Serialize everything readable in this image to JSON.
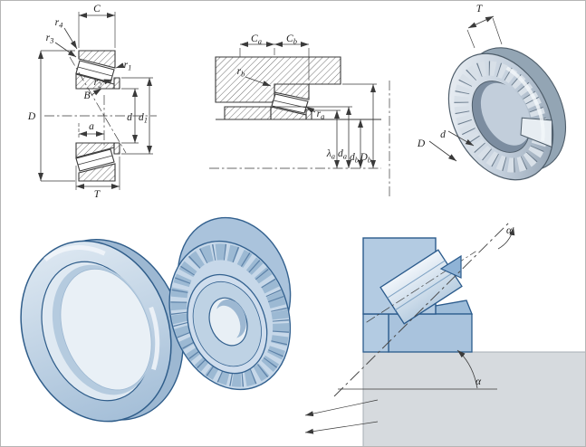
{
  "colors": {
    "line": "#3a3a3a",
    "illustration_fill": "#c9daea",
    "illustration_stroke": "#2f5d8a",
    "steel_light": "#e9eef3",
    "steel_dark": "#8596a7",
    "shaft_gray": "#d6dade"
  },
  "fig1": {
    "labels": {
      "C": {
        "base": "C",
        "sub": ""
      },
      "r4": {
        "base": "r",
        "sub": "4"
      },
      "r3": {
        "base": "r",
        "sub": "3"
      },
      "r1": {
        "base": "r",
        "sub": "1"
      },
      "r2": {
        "base": "r",
        "sub": "2"
      },
      "B": {
        "base": "B",
        "sub": ""
      },
      "D": {
        "base": "D",
        "sub": ""
      },
      "d": {
        "base": "d",
        "sub": ""
      },
      "d1": {
        "base": "d",
        "sub": "1"
      },
      "a": {
        "base": "a",
        "sub": ""
      },
      "T": {
        "base": "T",
        "sub": ""
      }
    }
  },
  "fig2": {
    "labels": {
      "Ca": {
        "base": "C",
        "sub": "a"
      },
      "Cb": {
        "base": "C",
        "sub": "b"
      },
      "rb": {
        "base": "r",
        "sub": "b"
      },
      "ra": {
        "base": "r",
        "sub": "a"
      },
      "la": {
        "base": "λ",
        "sub": "a"
      },
      "da": {
        "base": "d",
        "sub": "a"
      },
      "db": {
        "base": "d",
        "sub": "b"
      },
      "Db": {
        "base": "D",
        "sub": "b"
      }
    }
  },
  "fig3": {
    "labels": {
      "T": {
        "base": "T",
        "sub": ""
      },
      "D": {
        "base": "D",
        "sub": ""
      },
      "d": {
        "base": "d",
        "sub": ""
      }
    }
  },
  "fig5": {
    "labels": {
      "alpha_top": {
        "base": "α",
        "sub": ""
      },
      "alpha_mid": {
        "base": "α",
        "sub": ""
      }
    }
  }
}
